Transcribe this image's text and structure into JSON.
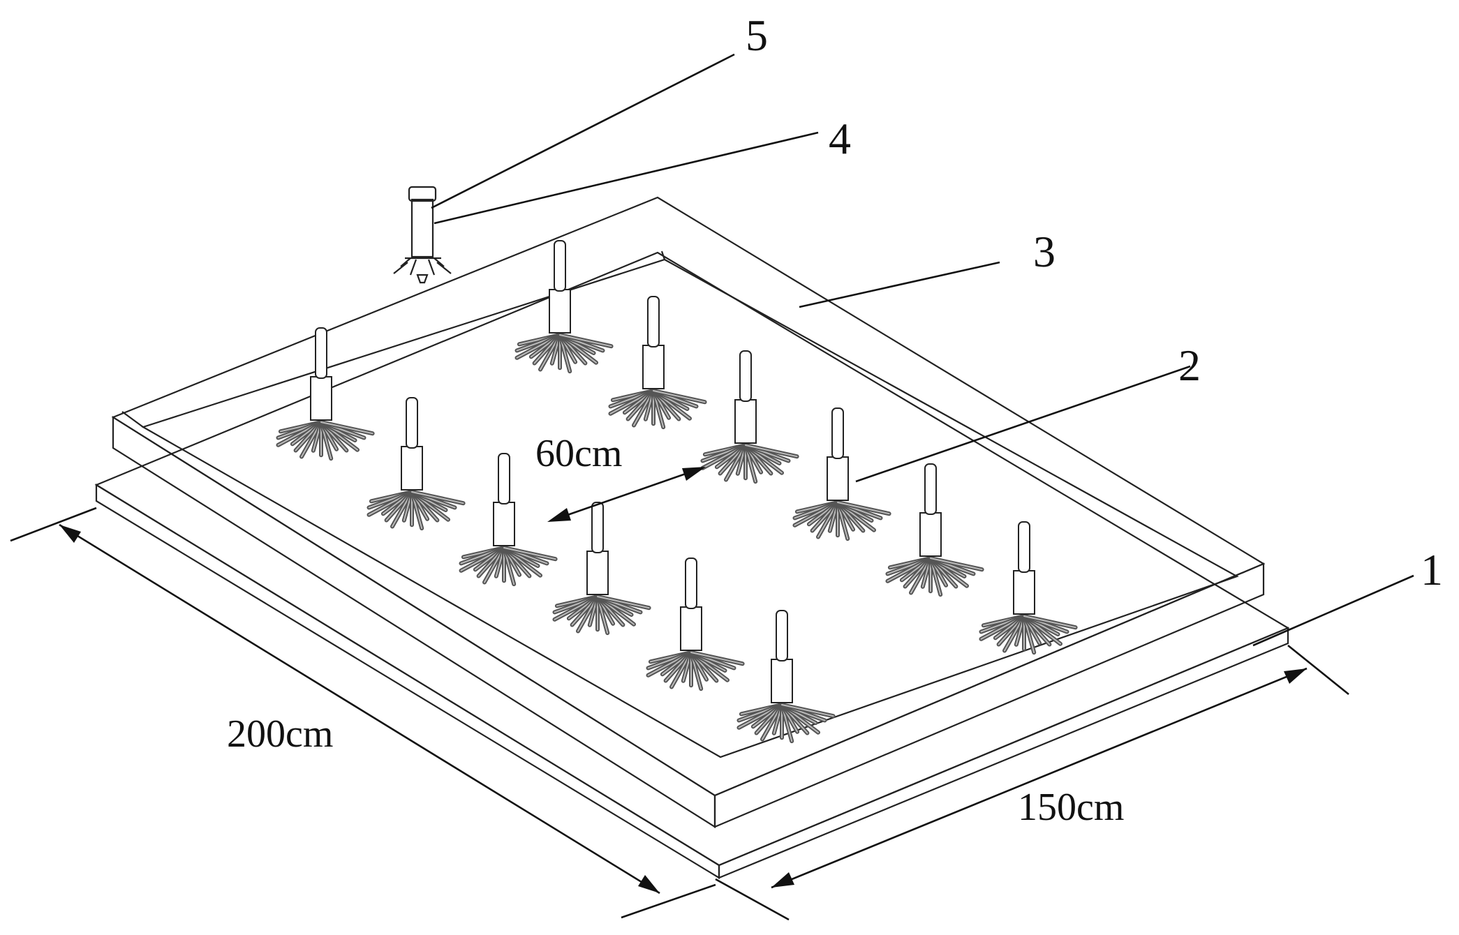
{
  "diagram": {
    "parts": [
      {
        "id": "1",
        "label": "1"
      },
      {
        "id": "2",
        "label": "2"
      },
      {
        "id": "3",
        "label": "3"
      },
      {
        "id": "4",
        "label": "4"
      },
      {
        "id": "5",
        "label": "5"
      }
    ],
    "dimensions": {
      "length": "200cm",
      "width": "150cm",
      "spacing": "60cm"
    },
    "colors": {
      "line": "#222222",
      "tray_fill": "#f2f2f2",
      "tray_floor": "#f7f7f7",
      "tray_rim": "#e8e8e8",
      "root_fill": "#555555",
      "stem_fill": "#ffffff"
    }
  }
}
